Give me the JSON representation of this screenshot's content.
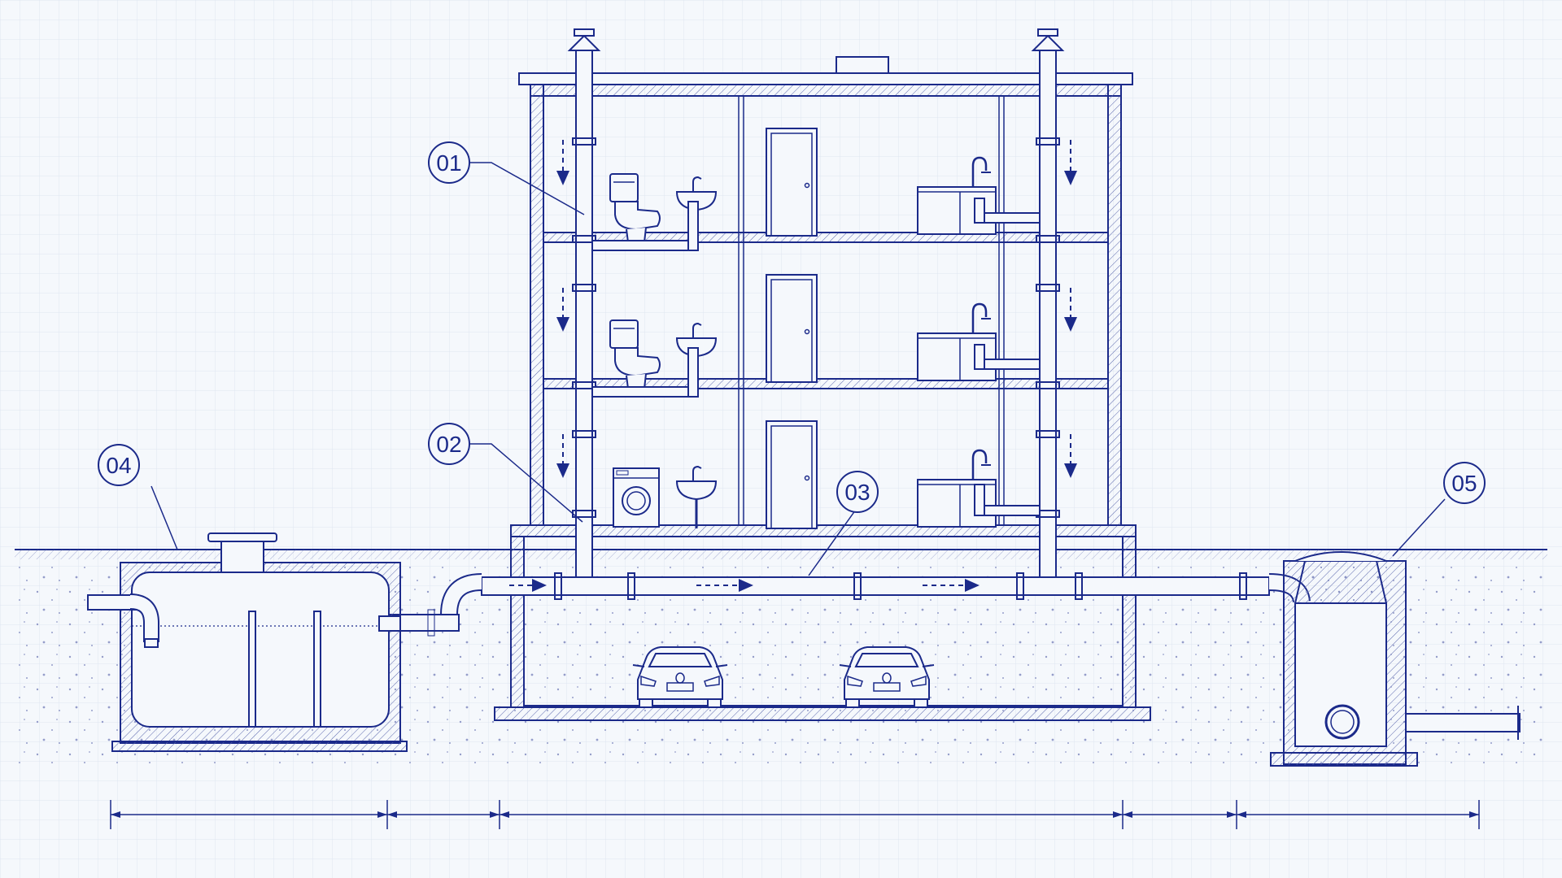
{
  "colors": {
    "line": "#1b2a8a",
    "background": "#f5f8fc",
    "grid": "#dfe6f1",
    "hatch": "#5b67ad"
  },
  "labels": [
    {
      "id": "label-01",
      "text": "01"
    },
    {
      "id": "label-02",
      "text": "02"
    },
    {
      "id": "label-03",
      "text": "03"
    },
    {
      "id": "label-04",
      "text": "04"
    },
    {
      "id": "label-05",
      "text": "05"
    }
  ],
  "icons": [
    "toilet-icon",
    "sink-icon",
    "washing-machine-icon",
    "door-icon",
    "car-icon",
    "kitchen-sink-icon",
    "vent-cap-icon"
  ]
}
